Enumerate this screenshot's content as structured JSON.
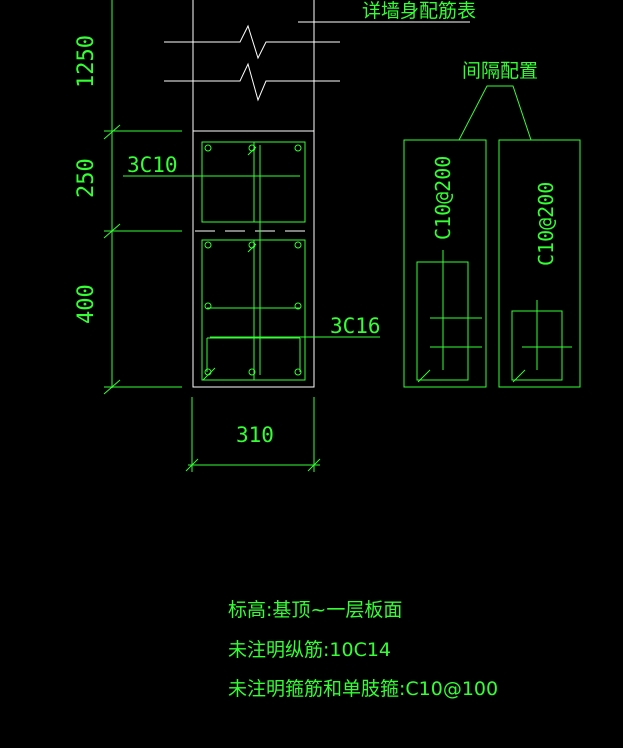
{
  "header_label": "详墙身配筋表",
  "spacing_title": "间隔配置",
  "dimensions": {
    "dim_1250": "1250",
    "dim_250": "250",
    "dim_400": "400",
    "dim_310": "310"
  },
  "rebar_labels": {
    "stirrup_count": "3C10",
    "bar_count": "3C16"
  },
  "panel_labels": {
    "left": "C10@200",
    "right": "C10@200"
  },
  "notes": {
    "elevation": "标高:基顶~一层板面",
    "longitudinal": "未注明纵筋:10C14",
    "stirrup": "未注明箍筋和单肢箍:C10@100"
  },
  "colors": {
    "green": "#33ff33",
    "white": "#ffffff",
    "background": "#000000"
  }
}
